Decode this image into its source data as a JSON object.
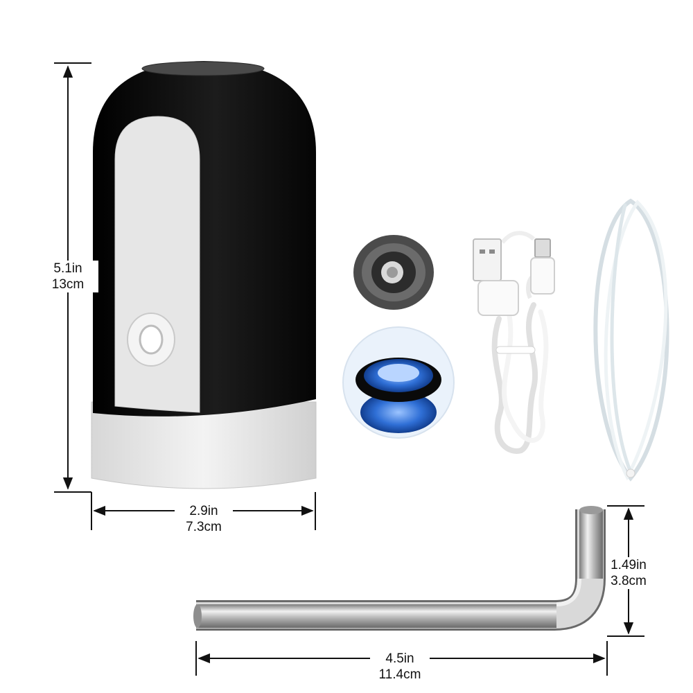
{
  "dimensions": {
    "height": {
      "imperial": "5.1in",
      "metric": "13cm"
    },
    "width": {
      "imperial": "2.9in",
      "metric": "7.3cm"
    },
    "tube_height": {
      "imperial": "1.49in",
      "metric": "3.8cm"
    },
    "tube_length": {
      "imperial": "4.5in",
      "metric": "11.4cm"
    }
  },
  "colors": {
    "pump_body": "#0d0d0d",
    "pump_panel": "#e6e6e6",
    "adapter_blue": "#2f6fd6",
    "steel": "#b8b8b8",
    "cable": "#f2f2f2",
    "hose": "#dfe9ee"
  }
}
